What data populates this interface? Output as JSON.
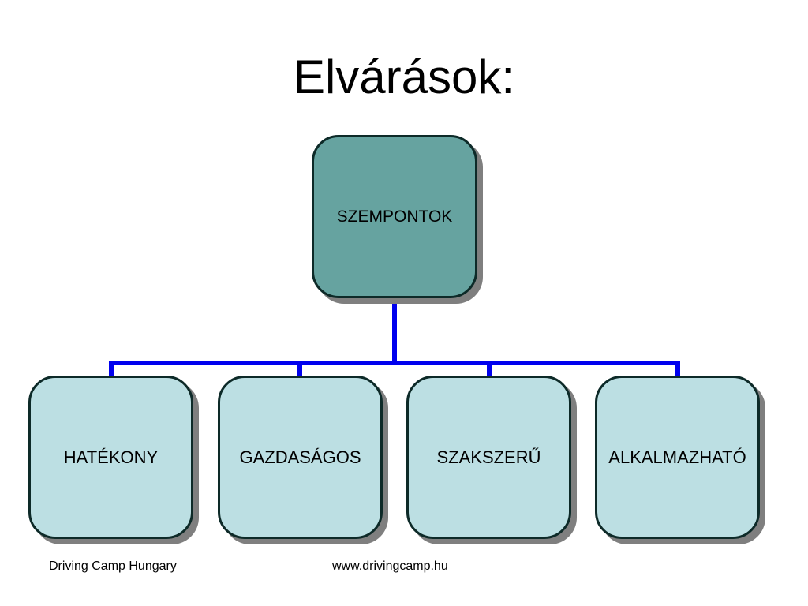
{
  "slide": {
    "title": "Elvárások:"
  },
  "diagram": {
    "root": {
      "label": "SZEMPONTOK",
      "fill": "#66a3a0"
    },
    "children": [
      {
        "label": "HATÉKONY"
      },
      {
        "label": "GAZDASÁGOS"
      },
      {
        "label": "SZAKSZERŰ"
      },
      {
        "label": "ALKALMAZHATÓ"
      }
    ],
    "child_fill": "#bcdfe3",
    "connector_color": "#0000ee",
    "border_color": "#0d2a28"
  },
  "footer": {
    "company": "Driving Camp Hungary",
    "website": "www.drivingcamp.hu"
  }
}
